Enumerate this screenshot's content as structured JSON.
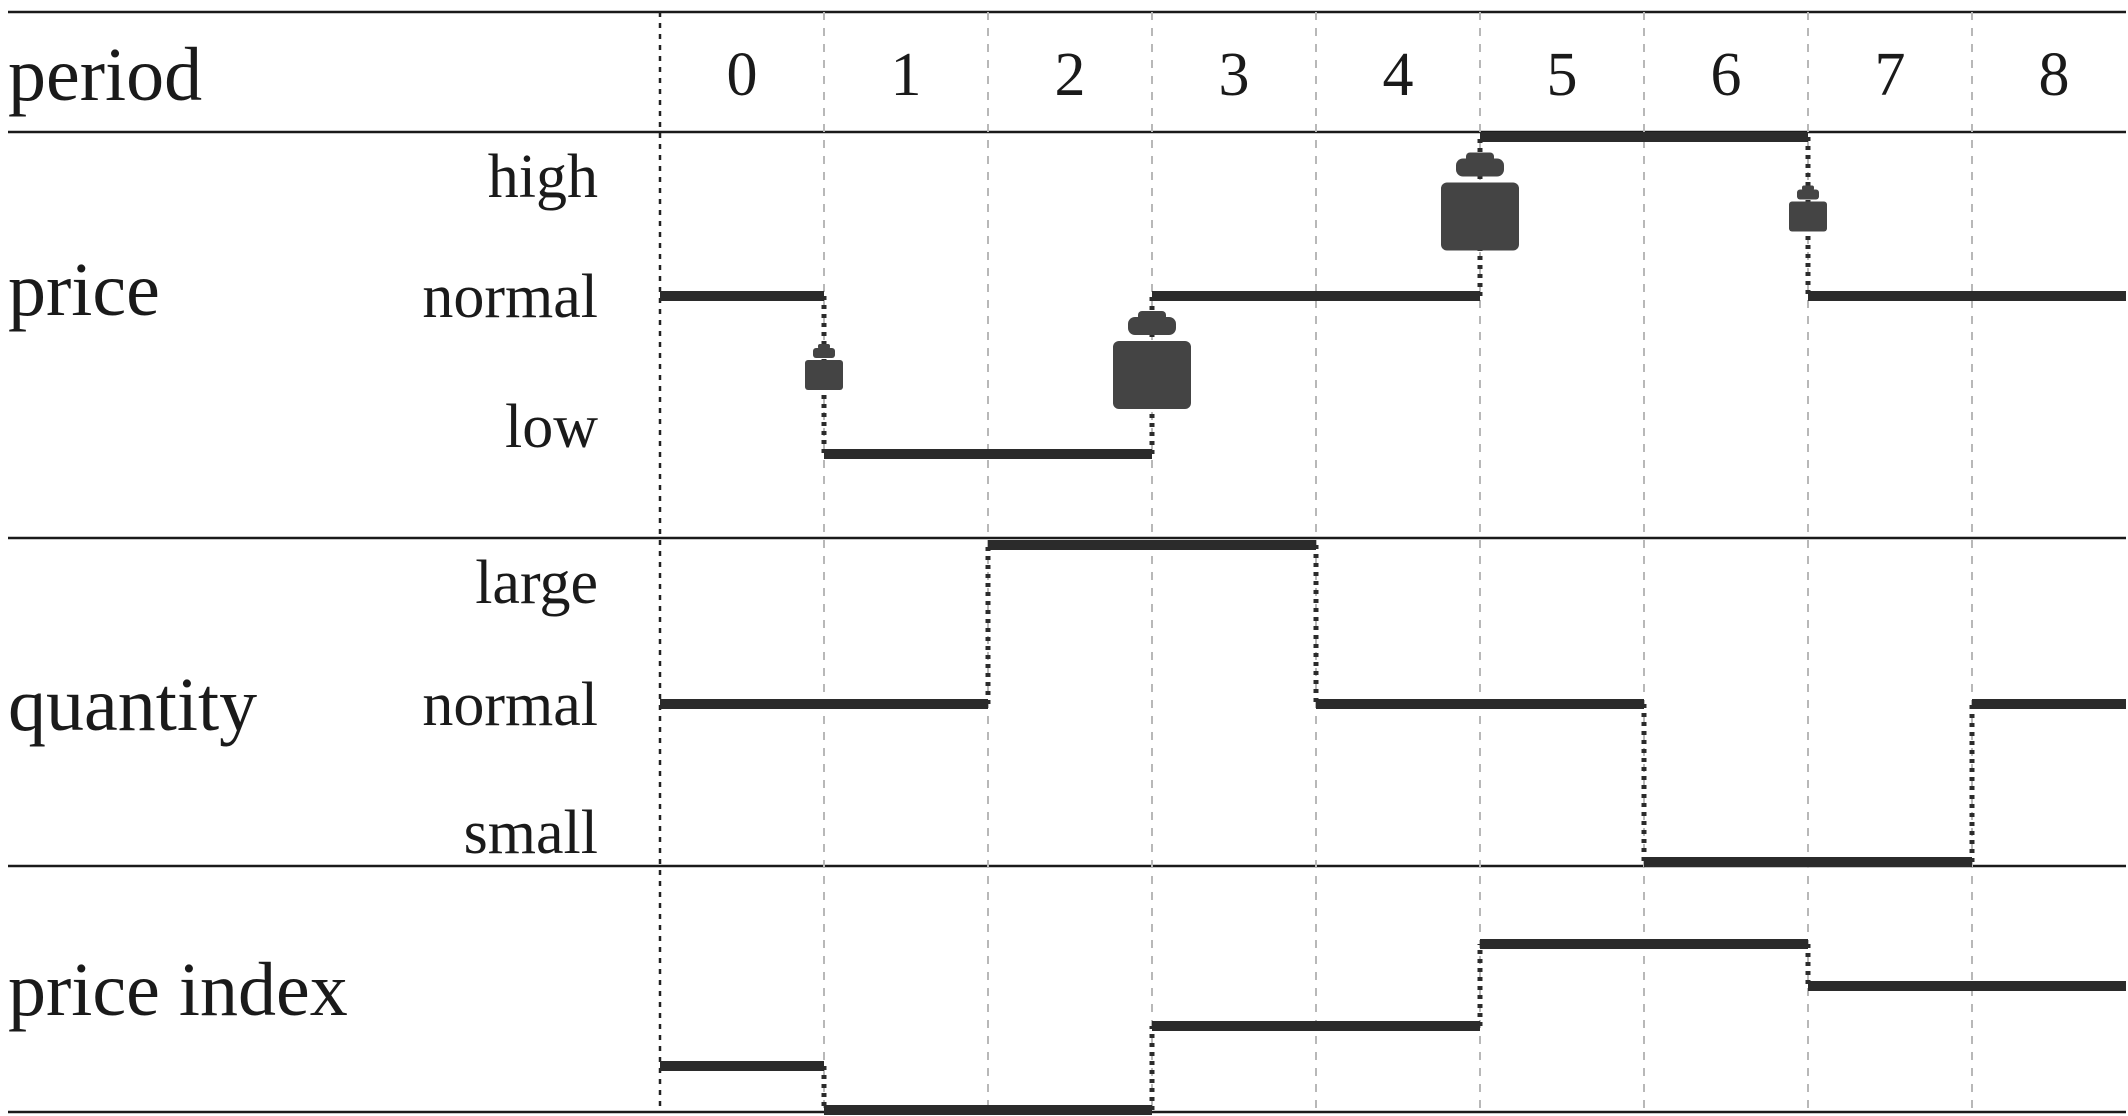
{
  "header": {
    "period_label": "period"
  },
  "periods": [
    "0",
    "1",
    "2",
    "3",
    "4",
    "5",
    "6",
    "7",
    "8"
  ],
  "rows": [
    {
      "key": "price",
      "title": "price",
      "levels": [
        "high",
        "normal",
        "low"
      ],
      "segments": [
        {
          "from": 0,
          "to": 1,
          "level": "normal"
        },
        {
          "from": 1,
          "to": 3,
          "level": "low"
        },
        {
          "from": 3,
          "to": 5,
          "level": "normal"
        },
        {
          "from": 5,
          "to": 7,
          "level": "high"
        },
        {
          "from": 7,
          "to": 9,
          "level": "normal"
        }
      ],
      "weights": [
        {
          "at": 1,
          "size": "small",
          "between": [
            "normal",
            "low"
          ]
        },
        {
          "at": 3,
          "size": "large",
          "between": [
            "normal",
            "low"
          ]
        },
        {
          "at": 5,
          "size": "large",
          "between": [
            "high",
            "normal"
          ]
        },
        {
          "at": 7,
          "size": "small",
          "between": [
            "high",
            "normal"
          ]
        }
      ]
    },
    {
      "key": "quantity",
      "title": "quantity",
      "levels": [
        "large",
        "normal",
        "small"
      ],
      "segments": [
        {
          "from": 0,
          "to": 2,
          "level": "normal"
        },
        {
          "from": 2,
          "to": 4,
          "level": "large"
        },
        {
          "from": 4,
          "to": 6,
          "level": "normal"
        },
        {
          "from": 6,
          "to": 8,
          "level": "small"
        },
        {
          "from": 8,
          "to": 9,
          "level": "normal"
        }
      ]
    },
    {
      "key": "price-index",
      "title": "price index",
      "levels": [],
      "segments": [
        {
          "from": 0,
          "to": 1,
          "value": 1
        },
        {
          "from": 1,
          "to": 3,
          "value": 0
        },
        {
          "from": 3,
          "to": 5,
          "value": 2
        },
        {
          "from": 5,
          "to": 7,
          "value": 4
        },
        {
          "from": 7,
          "to": 9,
          "value": 3
        }
      ]
    }
  ]
}
